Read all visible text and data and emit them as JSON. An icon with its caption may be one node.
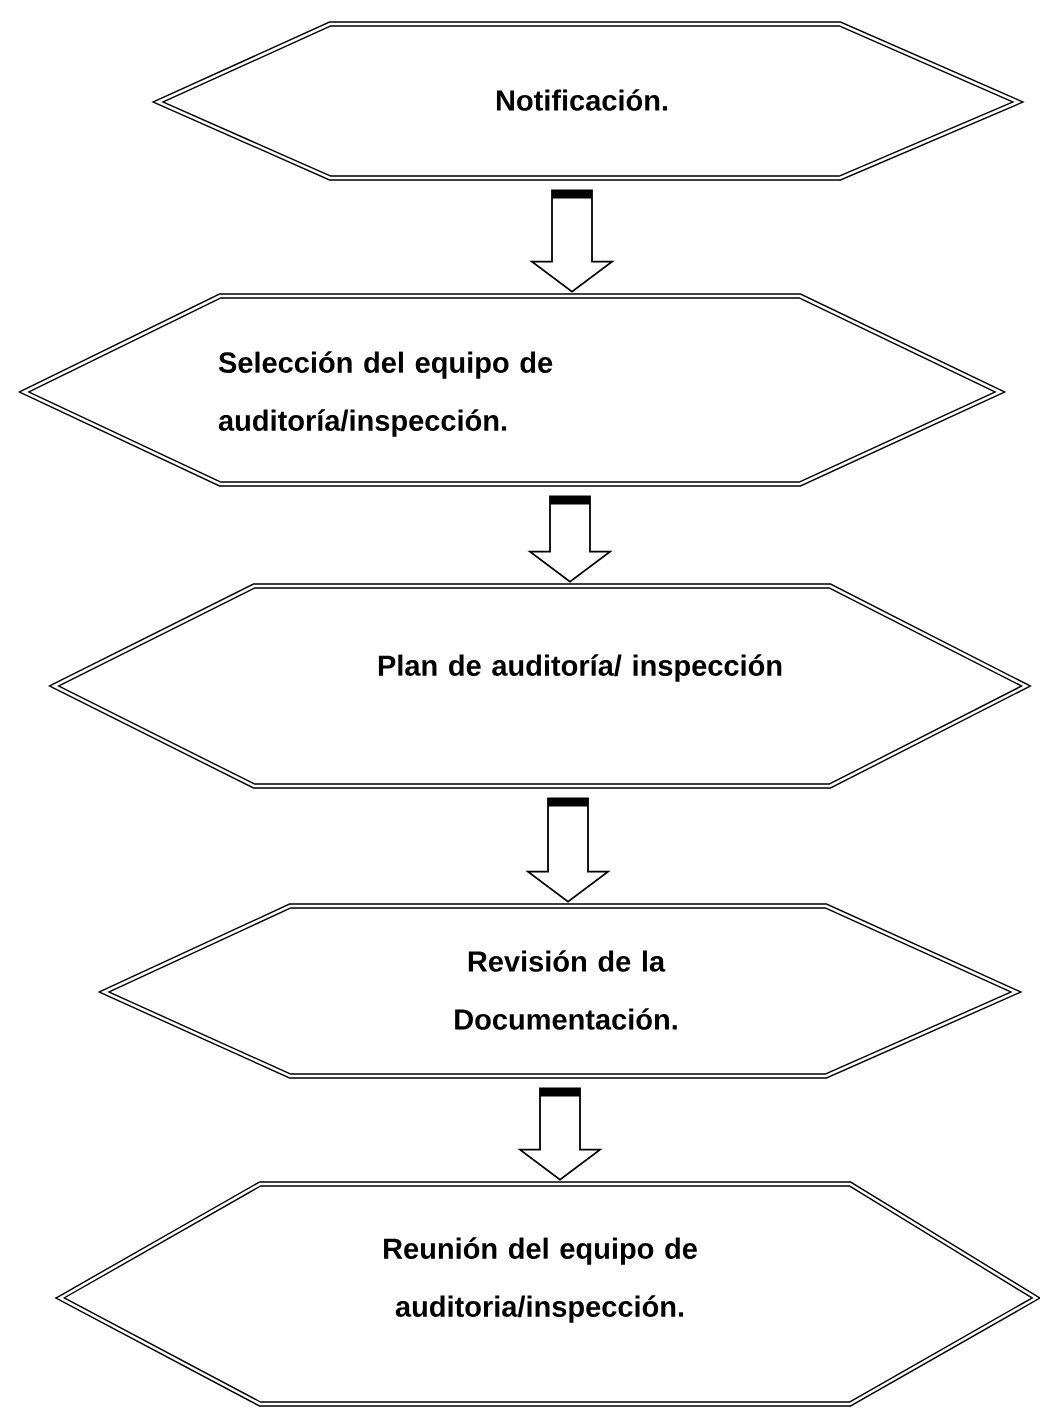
{
  "diagram": {
    "nodes": [
      {
        "text": [
          "Notificación."
        ]
      },
      {
        "text": [
          "Selección del equipo de auditoría/inspección."
        ]
      },
      {
        "text": [
          "Plan de auditoría/ inspección"
        ]
      },
      {
        "text": [
          "Revisión de la Documentación."
        ]
      },
      {
        "text": [
          "Reunión del equipo de auditoria/inspección."
        ]
      }
    ],
    "edges": [
      {
        "from": 0,
        "to": 1,
        "arrow": "to"
      },
      {
        "from": 1,
        "to": 2,
        "arrow": "to"
      },
      {
        "from": 2,
        "to": 3,
        "arrow": "to"
      },
      {
        "from": 3,
        "to": 4,
        "arrow": "to"
      }
    ]
  }
}
